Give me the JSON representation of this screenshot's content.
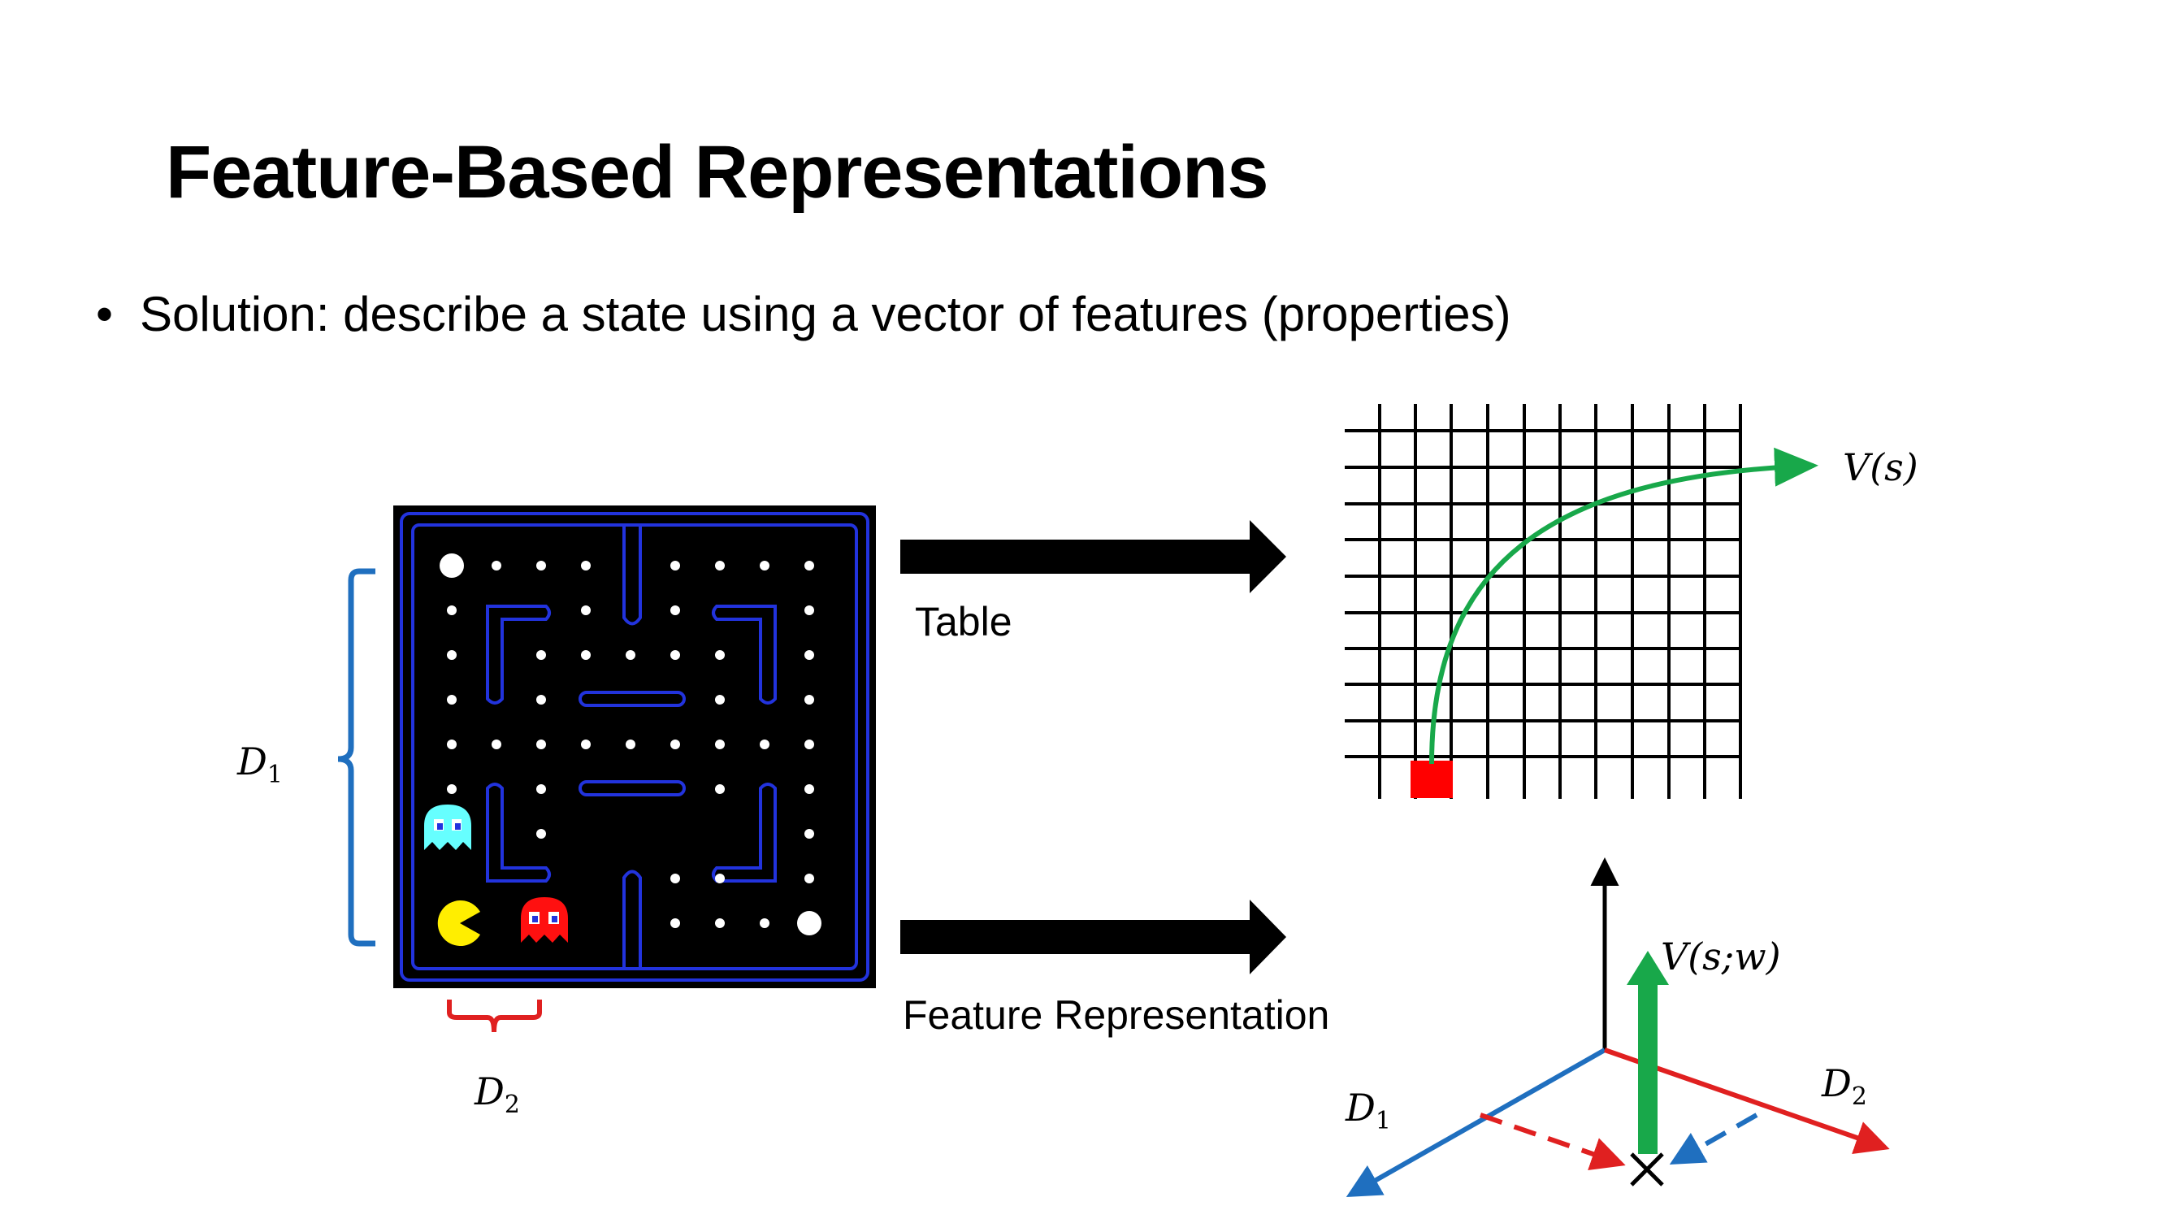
{
  "title": "Feature-Based Representations",
  "bullet": {
    "marker": "•",
    "text": "Solution: describe a state using a vector of features (properties)"
  },
  "captions": {
    "table": "Table",
    "feature": "Feature Representation"
  },
  "math": {
    "d1_label": "D",
    "d1_sub": "1",
    "d2_label": "D",
    "d2_sub": "2",
    "v_s": "V(s)",
    "v_sw": "V(s;w)",
    "axis_d1": "D",
    "axis_d1_sub": "1",
    "axis_d2": "D",
    "axis_d2_sub": "2"
  },
  "colors": {
    "brace_blue": "#1f6fbf",
    "brace_red": "#e02020",
    "maze_wall": "#2233dd",
    "curve_green": "#18a84a",
    "cell_red": "#ff0000"
  }
}
